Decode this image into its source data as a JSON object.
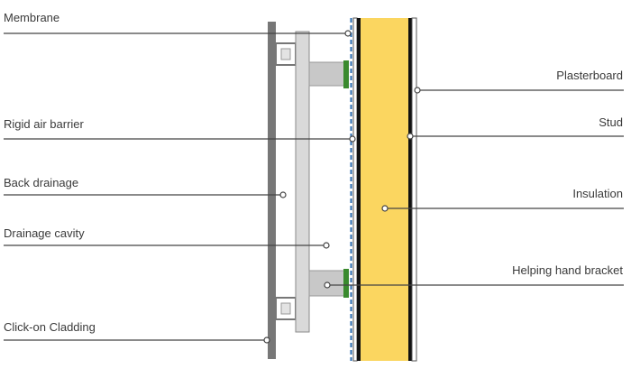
{
  "labels": {
    "membrane": "Membrane",
    "rigid_air_barrier": "Rigid air barrier",
    "back_drainage": "Back drainage",
    "drainage_cavity": "Drainage cavity",
    "click_on_cladding": "Click-on Cladding",
    "plasterboard": "Plasterboard",
    "stud": "Stud",
    "insulation": "Insulation",
    "helping_hand_bracket": "Helping hand bracket"
  },
  "colors": {
    "cladding": "#777777",
    "rail": "#d9d9d9",
    "bracket": "#c8c8c8",
    "bracket_pad": "#3a8a2e",
    "membrane": "#2b6cb0",
    "insulation": "#fbd660",
    "stud": "#111111",
    "leader": "#444444"
  }
}
